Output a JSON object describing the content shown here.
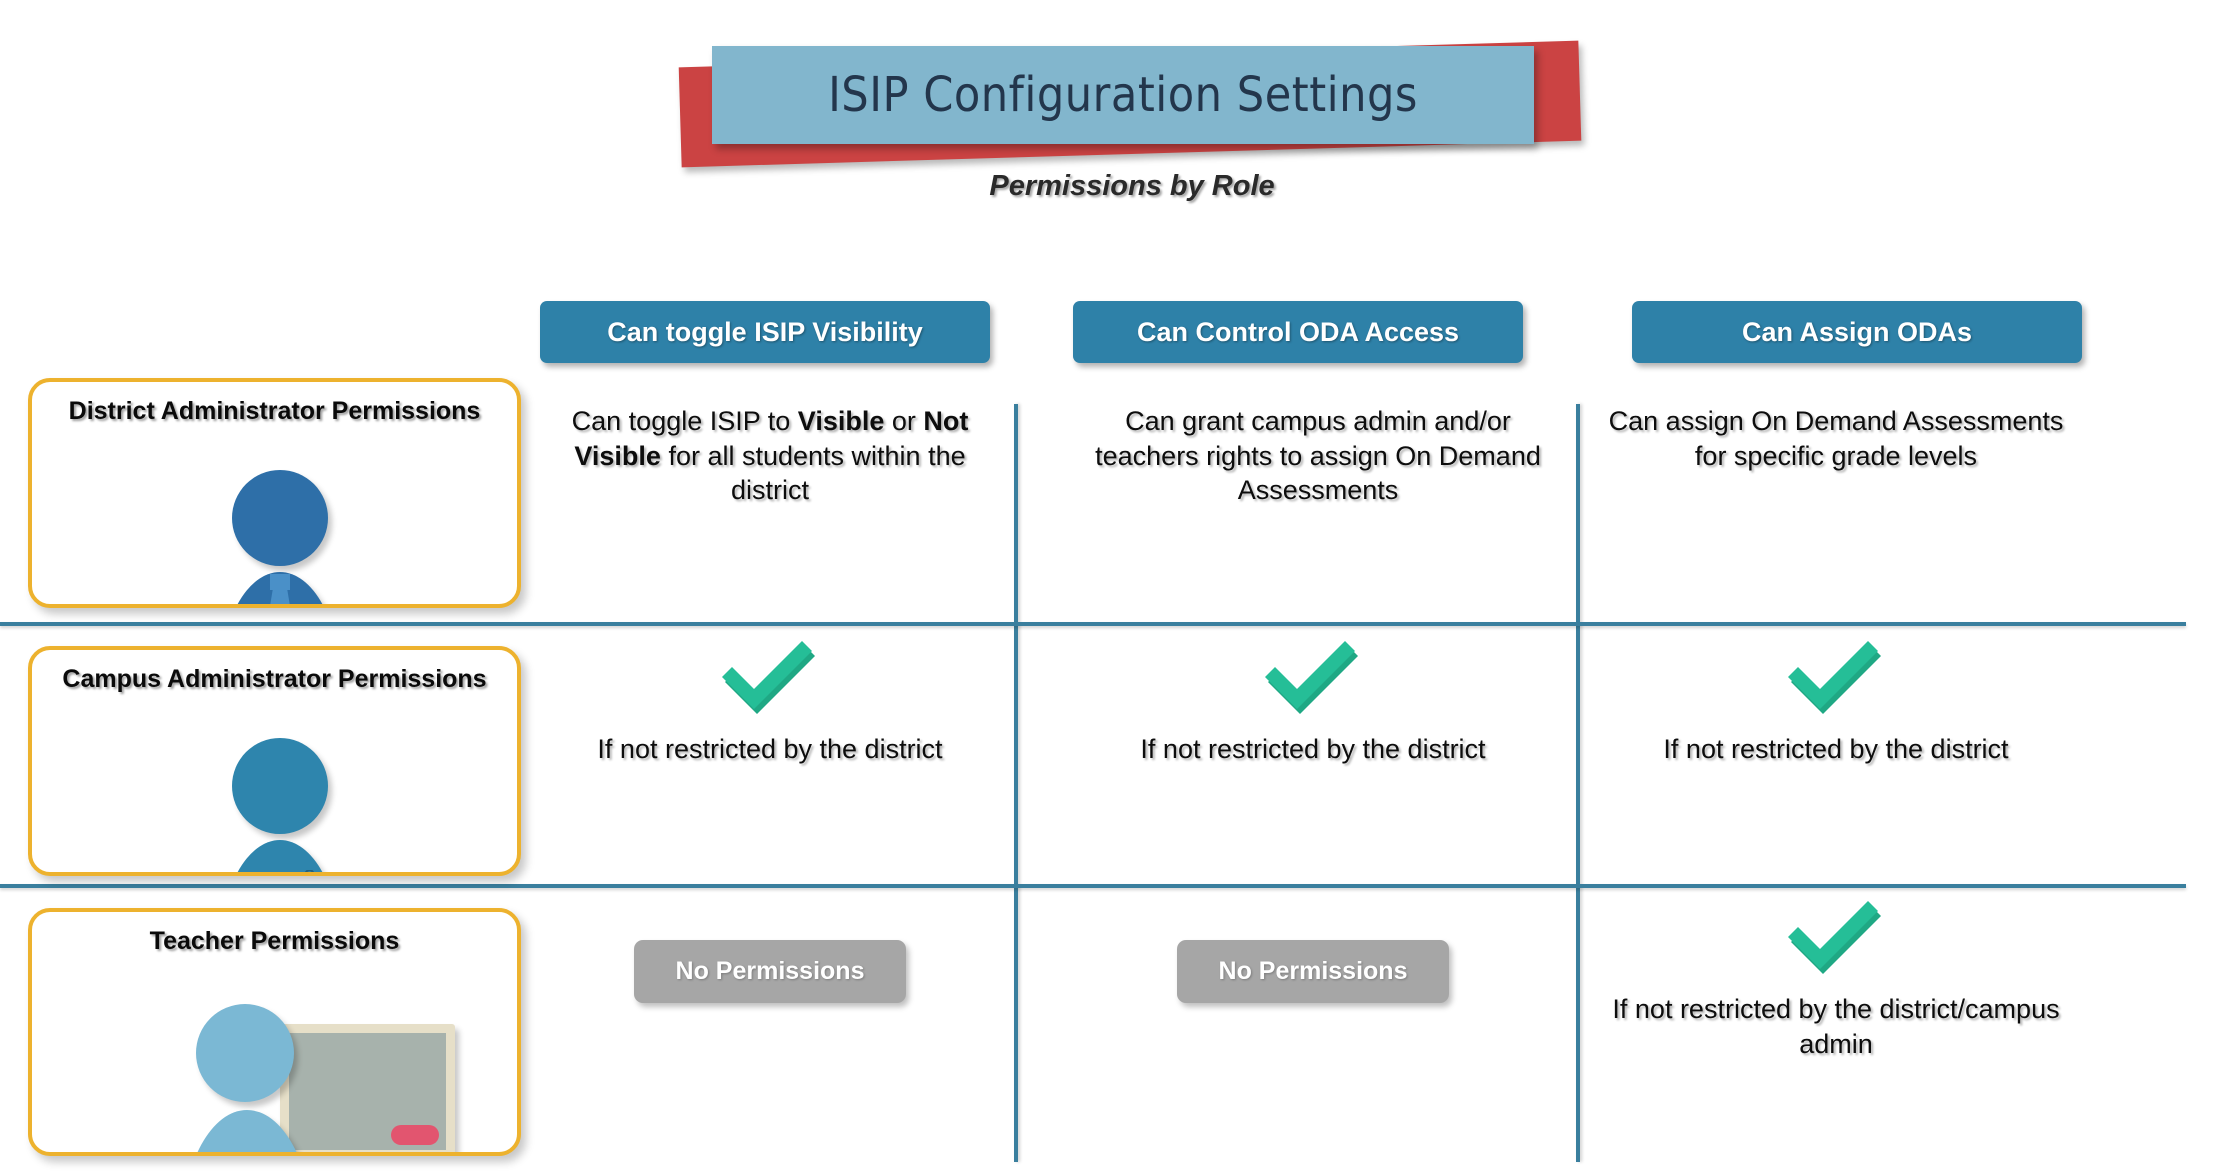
{
  "header": {
    "title": "ISIP Configuration Settings",
    "subtitle": "Permissions by Role",
    "banner_red_color": "#CB4343",
    "banner_blue_color": "#82B6CD",
    "title_text_color": "#23364C"
  },
  "colors": {
    "column_header_bg": "#2E81A8",
    "grid_line": "#3A7F9E",
    "card_border": "#EDB22E",
    "check_green": "#22BC96",
    "no_permission_gray": "#A6A6A6"
  },
  "columns": [
    {
      "label": "Can toggle ISIP Visibility"
    },
    {
      "label": "Can Control ODA Access"
    },
    {
      "label": "Can Assign ODAs"
    }
  ],
  "roles": [
    {
      "label": "District Administrator Permissions",
      "icon": "person-with-tie-icon"
    },
    {
      "label": "Campus Administrator Permissions",
      "icon": "person-with-id-badge-icon"
    },
    {
      "label": "Teacher Permissions",
      "icon": "person-with-chalkboard-icon"
    }
  ],
  "matrix": [
    {
      "role": "District Administrator Permissions",
      "cells": [
        {
          "kind": "text",
          "rich": [
            {
              "t": "Can toggle ISIP to ",
              "b": false
            },
            {
              "t": "Visible",
              "b": true
            },
            {
              "t": " or ",
              "b": false
            },
            {
              "t": "Not Visible",
              "b": true
            },
            {
              "t": " for all students within the district",
              "b": false
            }
          ]
        },
        {
          "kind": "text",
          "rich": [
            {
              "t": "Can grant campus admin and/or teachers rights to assign On Demand Assessments",
              "b": false
            }
          ]
        },
        {
          "kind": "text",
          "rich": [
            {
              "t": "Can assign On Demand Assessments for specific grade levels",
              "b": false
            }
          ]
        }
      ]
    },
    {
      "role": "Campus Administrator Permissions",
      "cells": [
        {
          "kind": "check",
          "note": "If not restricted by the district"
        },
        {
          "kind": "check",
          "note": "If not restricted by the district"
        },
        {
          "kind": "check",
          "note": "If not restricted by the district"
        }
      ]
    },
    {
      "role": "Teacher Permissions",
      "cells": [
        {
          "kind": "badge",
          "badge_label": "No Permissions"
        },
        {
          "kind": "badge",
          "badge_label": "No Permissions"
        },
        {
          "kind": "check",
          "note": "If not restricted by the district/campus admin"
        }
      ]
    }
  ]
}
